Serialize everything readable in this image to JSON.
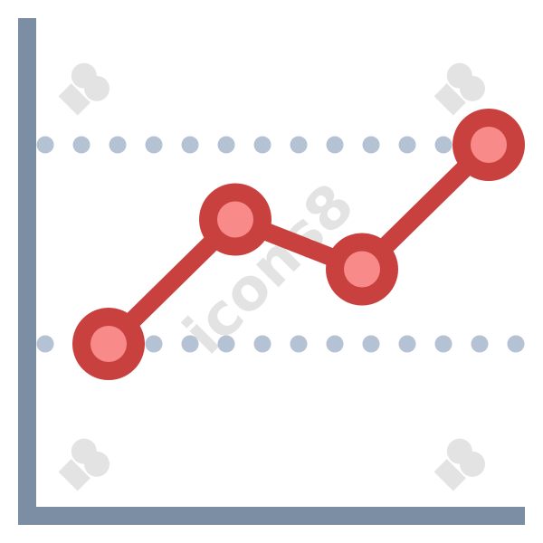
{
  "chart_data": {
    "type": "line",
    "x": [
      1,
      2,
      3,
      4
    ],
    "values": [
      1,
      3.5,
      2.5,
      5
    ],
    "title": "",
    "xlabel": "",
    "ylabel": "",
    "grid": true,
    "legend": "none"
  },
  "watermark": "icons8",
  "colors": {
    "axis": "#7b8ea4",
    "gridDots": "#b5c2d3",
    "line": "#c8413f",
    "markerOuter": "#c8413f",
    "markerInner": "#f88b89",
    "watermark": "#e0e0e0",
    "background": "#ffffff"
  },
  "icons": {
    "chart": "line-chart-icon"
  }
}
